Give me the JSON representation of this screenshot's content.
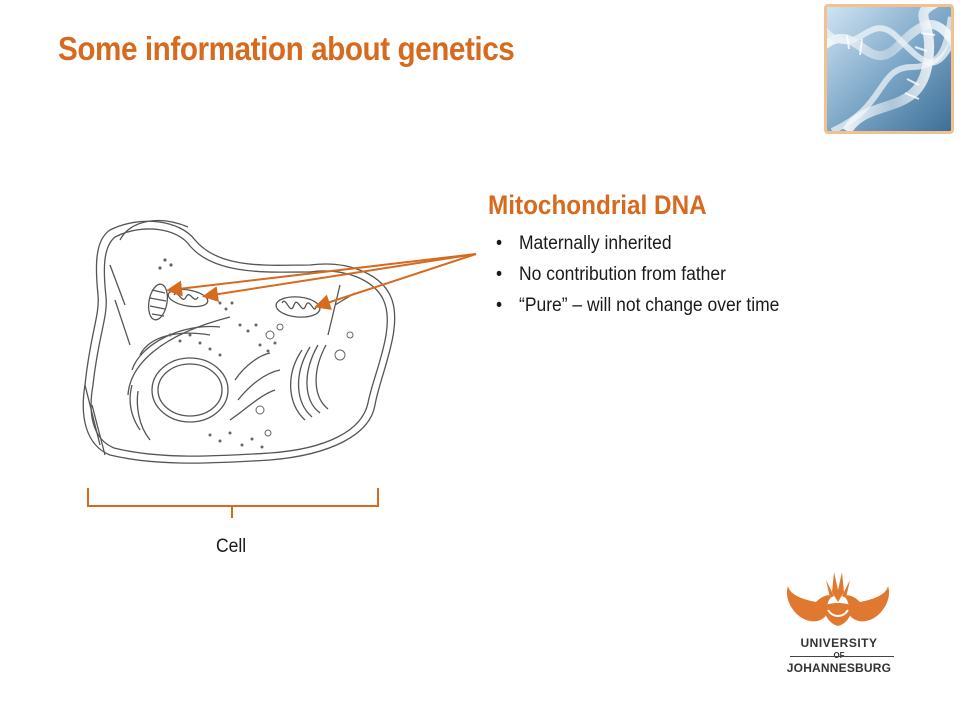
{
  "slide": {
    "title": "Some information about genetics",
    "section_heading": "Mitochondrial DNA",
    "bullets": [
      "Maternally inherited",
      "No contribution from father",
      "“Pure” – will not change over time"
    ],
    "cell_label": "Cell"
  },
  "logo": {
    "line1": "UNIVERSITY",
    "line2": "OF",
    "line3": "JOHANNESBURG"
  },
  "colors": {
    "accent": "#d66a1f",
    "text": "#1a1a1a",
    "photo_border": "#f3c08f"
  },
  "icons": [
    "dna-helix-image",
    "cell-diagram",
    "university-crest-icon",
    "arrow-icon"
  ]
}
